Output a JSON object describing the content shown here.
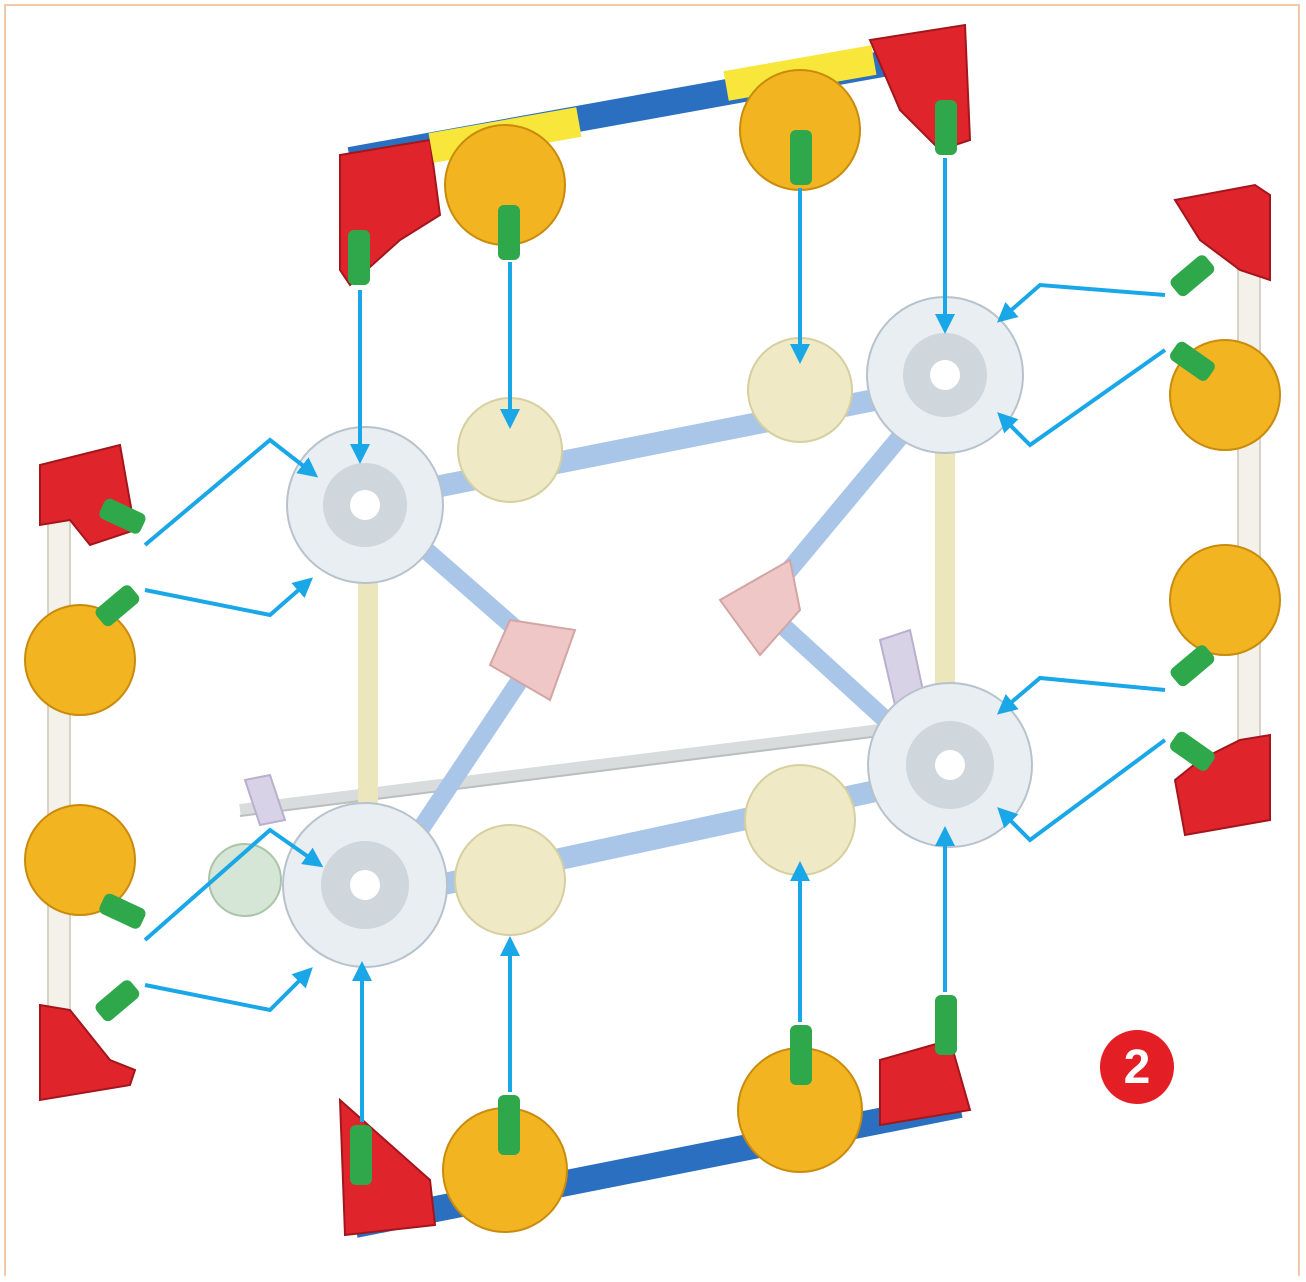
{
  "step": {
    "number": "2"
  },
  "colors": {
    "frame_border": "#f3c8a8",
    "arrow": "#1aa7e8",
    "red_connector": "#e0242b",
    "yellow_connector": "#f2b420",
    "green_connector": "#2ea84a",
    "blue_rod": "#2a6fc0",
    "white_rod": "#f4f1ea",
    "white_hub": "#e8eef2",
    "cream_connector": "#efe9c6",
    "light_blue_rod": "#a9c6e8",
    "pink_connector": "#efc7c7",
    "badge": "#e31e24"
  },
  "parts": {
    "frames": [
      "top-frame",
      "bottom-frame",
      "left-frame",
      "right-frame"
    ],
    "core": "cube-core-assembly"
  }
}
